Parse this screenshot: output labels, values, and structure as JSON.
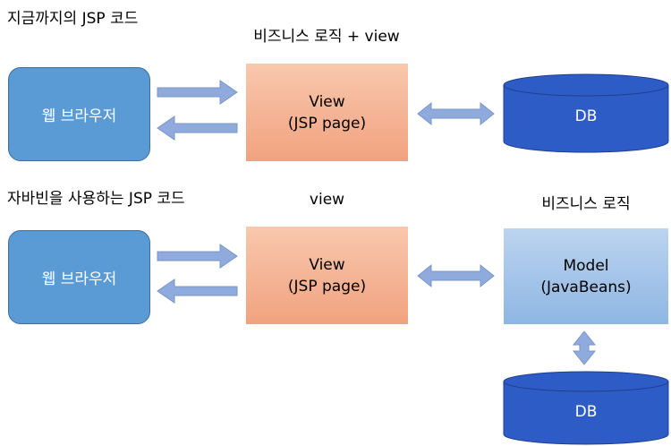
{
  "colors": {
    "browser_fill": "#5b9bd5",
    "view_fill": "#f4b183",
    "model_fill": "#9dc3e6",
    "db_fill": "#2e5cc6",
    "arrow_fill": "#8faadc"
  },
  "top": {
    "heading": "지금까지의 JSP 코드",
    "view_caption": "비즈니스 로직 + view",
    "browser_label": "웹 브라우저",
    "view_line1": "View",
    "view_line2": "(JSP page)",
    "db_label": "DB"
  },
  "bottom": {
    "heading": "자바빈을 사용하는 JSP 코드",
    "view_caption": "view",
    "model_caption": "비즈니스 로직",
    "browser_label": "웹 브라우저",
    "view_line1": "View",
    "view_line2": "(JSP page)",
    "model_line1": "Model",
    "model_line2": "(JavaBeans)",
    "db_label": "DB"
  }
}
